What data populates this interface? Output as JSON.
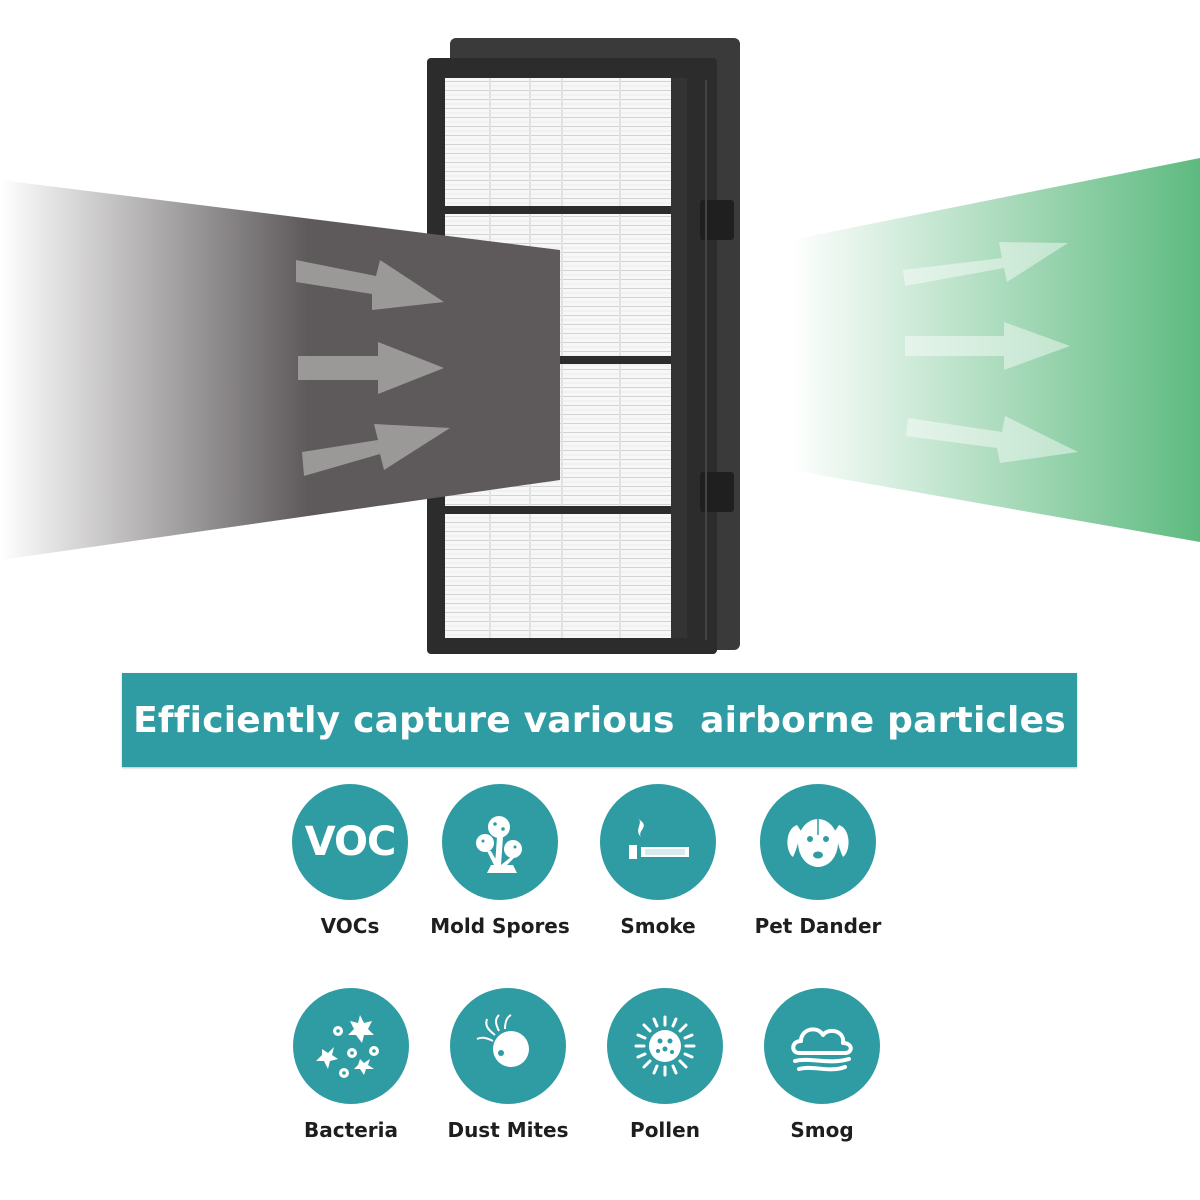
{
  "banner": {
    "text": "Efficiently capture various  airborne particles"
  },
  "colors": {
    "accent": "#2f9ca3",
    "dirty_air": "#5e5a5b",
    "clean_air": "#5dba7f",
    "filter_frame": "#2c2c2c",
    "label_text": "#1e1e1e"
  },
  "particles": [
    {
      "label": "VOCs",
      "icon": "voc-text-icon",
      "icon_text": "VOC"
    },
    {
      "label": "Mold Spores",
      "icon": "mold-spores-icon"
    },
    {
      "label": "Smoke",
      "icon": "cigarette-smoke-icon"
    },
    {
      "label": "Pet Dander",
      "icon": "dog-face-icon"
    },
    {
      "label": "Bacteria",
      "icon": "bacteria-icon"
    },
    {
      "label": "Dust Mites",
      "icon": "dust-mite-icon"
    },
    {
      "label": "Pollen",
      "icon": "pollen-icon"
    },
    {
      "label": "Smog",
      "icon": "smog-cloud-icon"
    }
  ]
}
